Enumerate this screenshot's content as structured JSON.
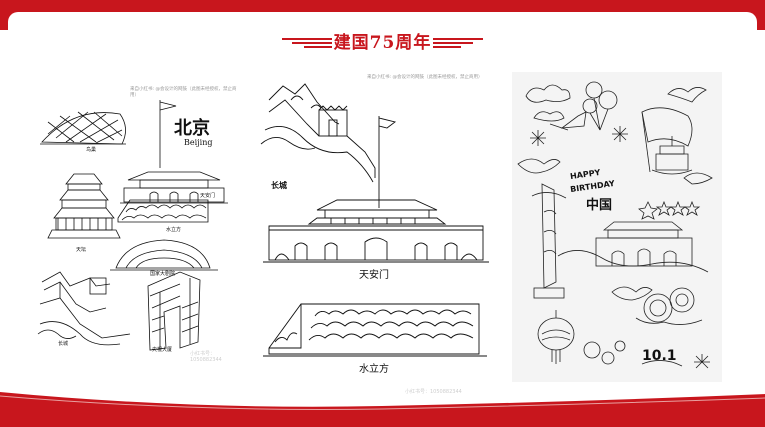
{
  "title": "建国75周年",
  "colors": {
    "red": "#c8161d",
    "ink": "#111111",
    "panel_gray": "#f4f4f4"
  },
  "panel1": {
    "credit": "来自小红书: @会设计的网鼓（此图未经授权，禁止商用）",
    "beijing_cn": "北京",
    "beijing_en": "Beijing",
    "labels": {
      "birdnest": "鸟巢",
      "tiananmen": "天安门",
      "temple": "天坛",
      "watercube": "水立方",
      "theatre": "国家大剧院",
      "greatwall": "长城",
      "cctv": "央视大厦"
    },
    "watermark": "小红书号：1050882344"
  },
  "panel2": {
    "credit": "来自小红书: @会设计的网鼓（此图未经授权，禁止商用）",
    "labels": {
      "greatwall": "长城",
      "tiananmen": "天安门",
      "watercube": "水立方"
    },
    "watermark": "小红书号：1050882344"
  },
  "panel3": {
    "happy": "HAPPY",
    "birthday": "BIRTHDAY",
    "china": "中国",
    "date": "10.1"
  }
}
